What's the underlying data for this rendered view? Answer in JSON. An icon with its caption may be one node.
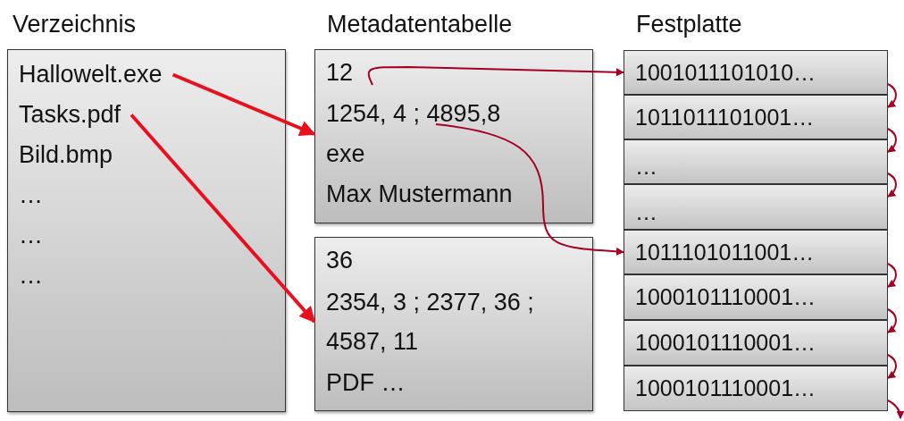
{
  "diagram": {
    "nodes": [
      {
        "text": [],
        "shape": "box"
      },
      {
        "text": [
          "Hallowelt.exe"
        ],
        "in": 0
      },
      {
        "text": [
          "Tasks.pdf"
        ],
        "in": 0
      },
      {
        "text": [
          "Bild.bmp"
        ],
        "in": 0
      },
      {
        "text": [
          "…"
        ],
        "in": 0
      },
      {
        "text": [
          "…"
        ],
        "in": 0
      },
      {
        "text": [
          "…"
        ],
        "in": 0
      },
      {
        "text": [],
        "shape": "box"
      },
      {
        "text": [
          "12"
        ],
        "in": 7
      },
      {
        "text": [
          "1254, 4 ; 4895,8"
        ],
        "in": 7
      },
      {
        "text": [
          "exe"
        ],
        "in": 7
      },
      {
        "text": [
          "Max Mustermann"
        ],
        "in": 7
      },
      {
        "text": [],
        "shape": "box"
      },
      {
        "text": [
          "36"
        ],
        "in": 12
      },
      {
        "text": [
          "2354, 3 ; 2377, 36 ; 4587, 11"
        ],
        "in": 12
      },
      {
        "text": [
          "PDF …"
        ],
        "in": 12
      },
      {
        "text": [
          "1001011101010…"
        ]
      },
      {
        "text": [
          "1011011101001…"
        ]
      },
      {
        "text": [
          "…"
        ]
      },
      {
        "text": [
          "…"
        ]
      },
      {
        "text": [
          "1011101011001…"
        ]
      },
      {
        "text": [
          "1000101110001…"
        ]
      },
      {
        "text": [
          "1000101110001…"
        ]
      },
      {
        "text": [
          "1000101110001…"
        ]
      }
    ],
    "edges": [
      {
        "from": 1,
        "to": 7,
        "arrow": "to",
        "style": "thick",
        "color": "#e8101f"
      },
      {
        "from": 2,
        "to": 12,
        "arrow": "to",
        "style": "thick",
        "color": "#e8101f"
      },
      {
        "from": 8,
        "to": 16,
        "arrow": "to"
      },
      {
        "from": 9,
        "to": 20,
        "arrow": "to"
      },
      {
        "from": 16,
        "to": 17,
        "arrow": "to"
      },
      {
        "from": 17,
        "to": 18,
        "arrow": "to"
      },
      {
        "from": 18,
        "to": 19,
        "arrow": "to"
      },
      {
        "from": 20,
        "to": 21,
        "arrow": "to"
      },
      {
        "from": 21,
        "to": 22,
        "arrow": "to"
      },
      {
        "from": 22,
        "to": 23,
        "arrow": "to"
      },
      {
        "from": 23,
        "to": null,
        "arrow": "to"
      }
    ],
    "labels": [
      "Verzeichnis",
      "Metadatentabelle",
      "Festplatte"
    ]
  }
}
